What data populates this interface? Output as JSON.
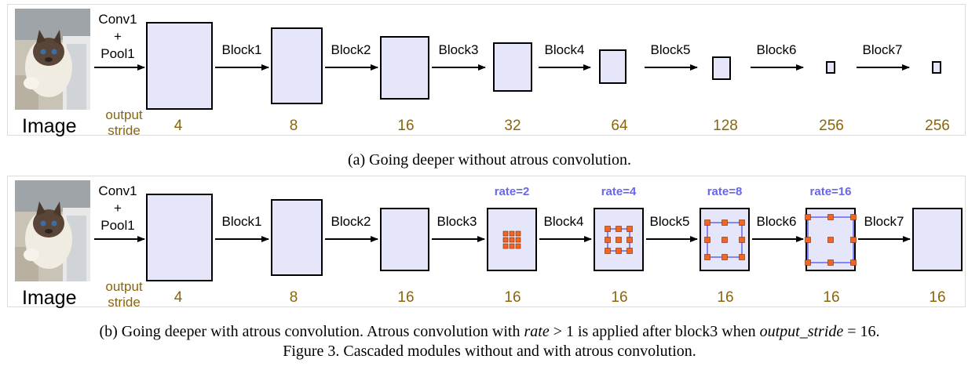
{
  "panel_a": {
    "conv_line1": "Conv1",
    "conv_plus": "+",
    "conv_line2": "Pool1",
    "image_label": "Image",
    "output_label_1": "output",
    "output_label_2": "stride",
    "blocks": [
      "Block1",
      "Block2",
      "Block3",
      "Block4",
      "Block5",
      "Block6",
      "Block7"
    ],
    "strides": [
      "4",
      "8",
      "16",
      "32",
      "64",
      "128",
      "256",
      "256"
    ],
    "caption": "(a) Going deeper without atrous convolution."
  },
  "panel_b": {
    "conv_line1": "Conv1",
    "conv_plus": "+",
    "conv_line2": "Pool1",
    "image_label": "Image",
    "output_label_1": "output",
    "output_label_2": "stride",
    "blocks": [
      "Block1",
      "Block2",
      "Block3",
      "Block4",
      "Block5",
      "Block6",
      "Block7"
    ],
    "strides": [
      "4",
      "8",
      "16",
      "16",
      "16",
      "16",
      "16",
      "16"
    ],
    "rates": [
      "rate=2",
      "rate=4",
      "rate=8",
      "rate=16"
    ],
    "caption_part1": "(b) Going deeper with atrous convolution. Atrous convolution with ",
    "caption_math_var": "rate",
    "caption_math_op": " > 1",
    "caption_part2": " is applied after block3 when ",
    "caption_math_var2": "output_stride",
    "caption_math_eq": " = 16",
    "caption_part3": "."
  },
  "figure_caption": "Figure 3. Cascaded modules without and with atrous convolution.",
  "colors": {
    "block_fill": "#e6e6fa",
    "block_stroke": "#000000",
    "stride_text": "#8b6508",
    "rate_text": "#6666ee",
    "kernel_dot": "#f26522",
    "kernel_outline": "#6666ee"
  },
  "icons": {
    "thumbnail": "cat-photo-icon"
  }
}
